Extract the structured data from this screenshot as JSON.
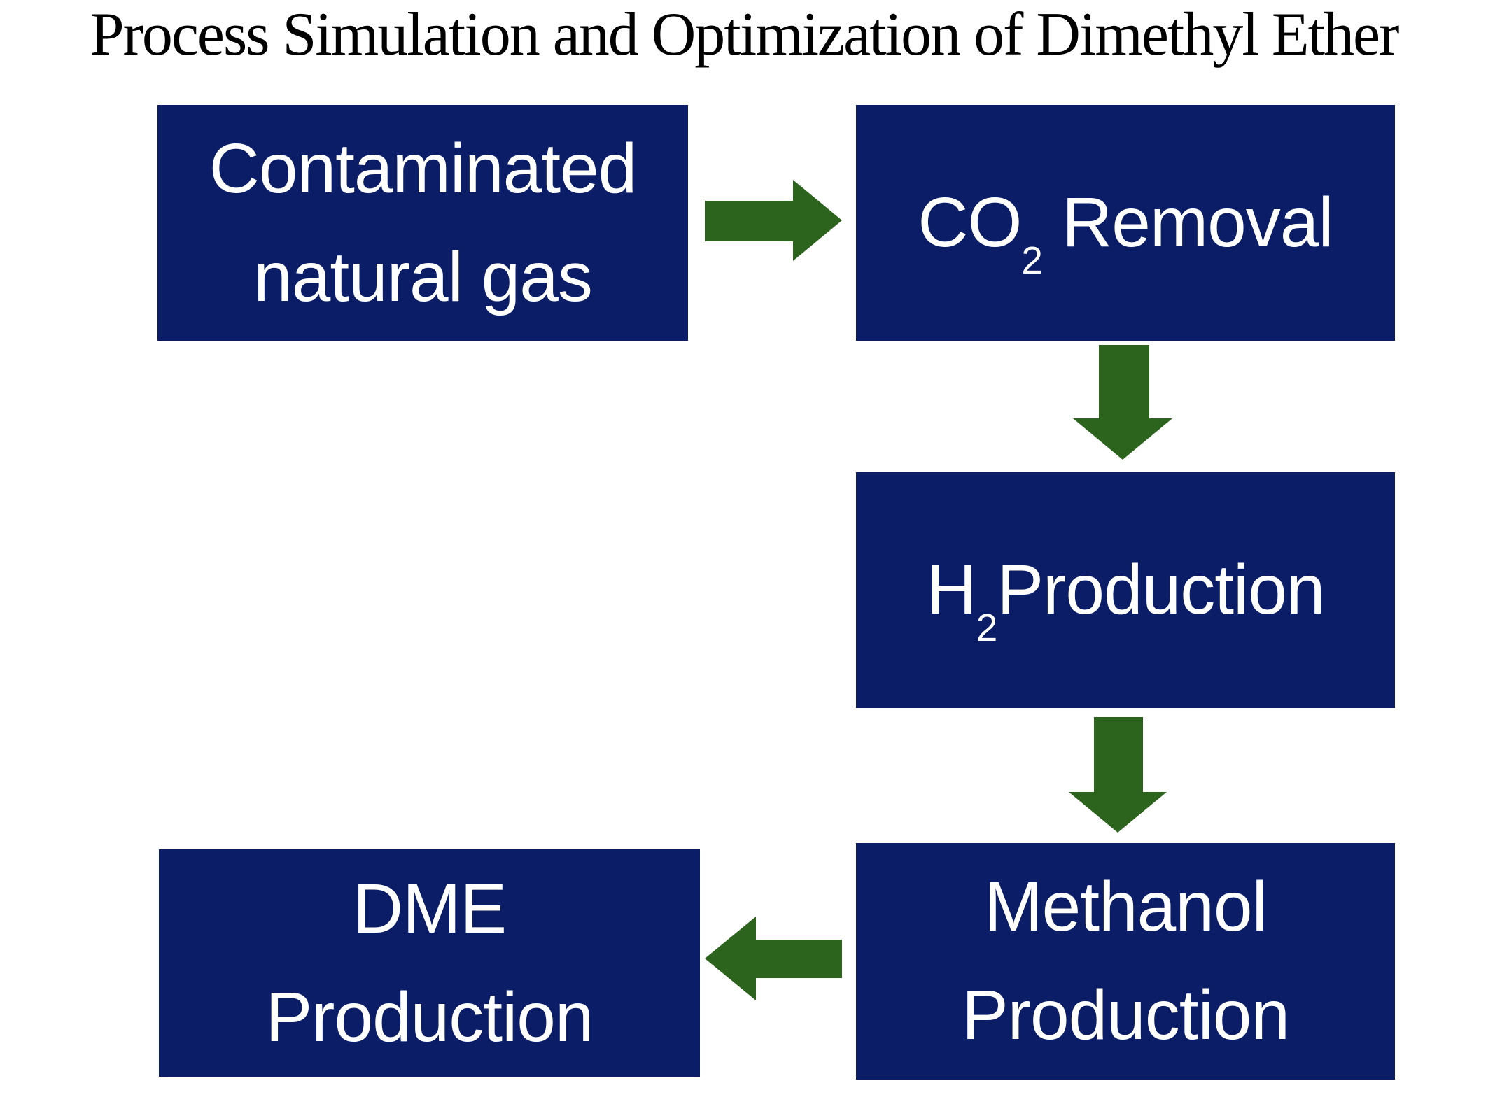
{
  "title": "Process Simulation and Optimization of Dimethyl Ether",
  "colors": {
    "background": "#ffffff",
    "box_fill": "#0b1d66",
    "box_text": "#ffffff",
    "arrow_fill": "#2c631d",
    "title_text": "#000000"
  },
  "flowchart": {
    "boxes": [
      {
        "id": "contaminated-natural-gas",
        "lines": [
          "Contaminated",
          "natural gas"
        ]
      },
      {
        "id": "co2-removal",
        "formula_main": "CO",
        "formula_sub": "2",
        "rest": "Removal"
      },
      {
        "id": "h2-production",
        "formula_main": "H",
        "formula_sub": "2",
        "rest": "Production"
      },
      {
        "id": "methanol-production",
        "lines": [
          "Methanol",
          "Production"
        ]
      },
      {
        "id": "dme-production",
        "lines": [
          "DME",
          "Production"
        ]
      }
    ],
    "connections": [
      {
        "from": "contaminated-natural-gas",
        "to": "co2-removal",
        "direction": "right"
      },
      {
        "from": "co2-removal",
        "to": "h2-production",
        "direction": "down"
      },
      {
        "from": "h2-production",
        "to": "methanol-production",
        "direction": "down"
      },
      {
        "from": "methanol-production",
        "to": "dme-production",
        "direction": "left"
      }
    ]
  }
}
